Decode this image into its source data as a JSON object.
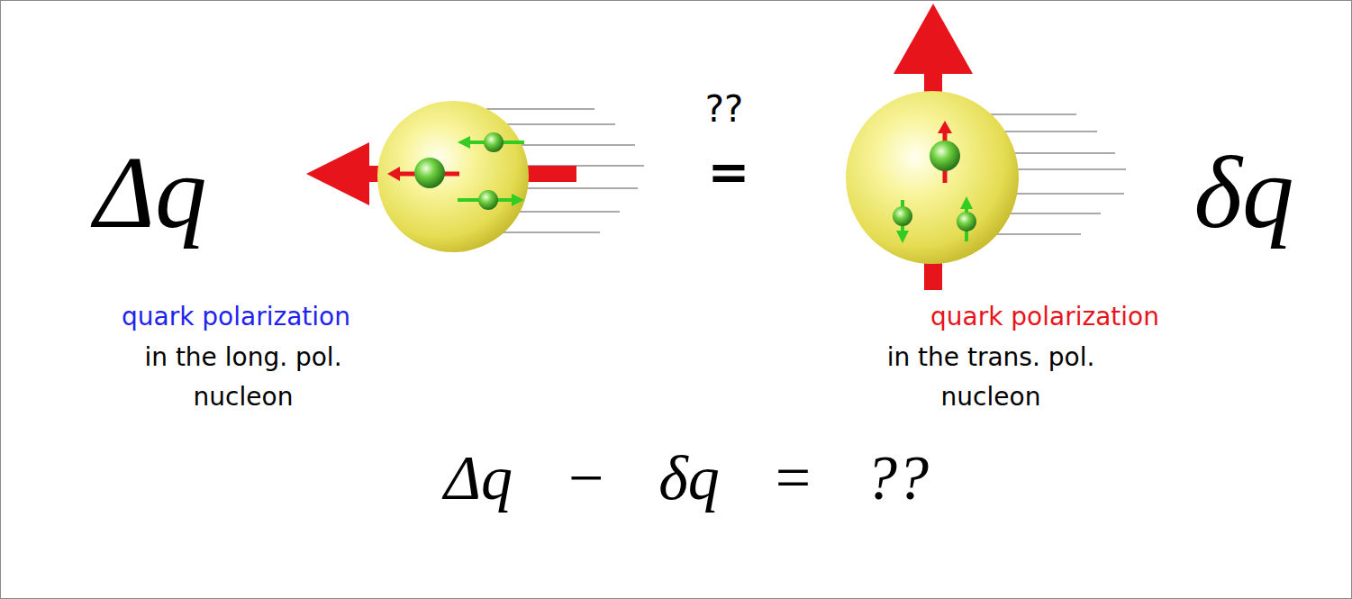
{
  "diagram": {
    "labels": [
      "Δq",
      "??",
      "=",
      "δq",
      "quark polarization",
      "in the long. pol. nucleon",
      "quark polarization",
      "in the trans. pol. nucleon",
      "Δq − δq = ??"
    ]
  }
}
